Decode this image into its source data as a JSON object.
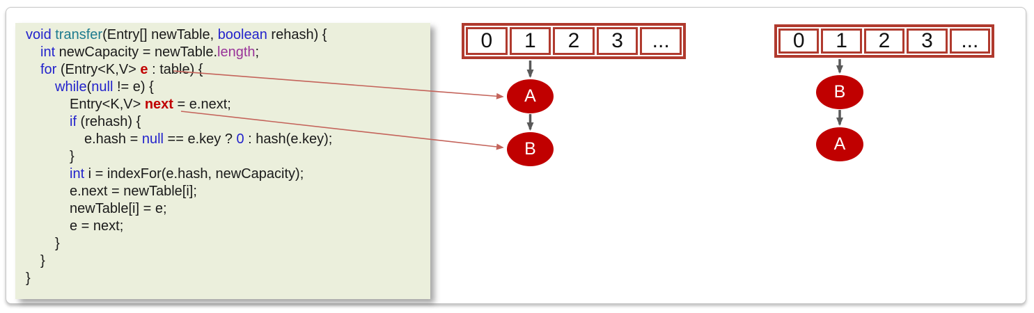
{
  "code_block": {
    "language": "java",
    "lines": [
      {
        "indent": 0,
        "segments": [
          {
            "text": "void ",
            "style": "keyword"
          },
          {
            "text": "transfer",
            "style": "method"
          },
          {
            "text": "(Entry[] newTable, ",
            "style": "plain"
          },
          {
            "text": "boolean",
            "style": "keyword"
          },
          {
            "text": " rehash) {",
            "style": "plain"
          }
        ]
      },
      {
        "indent": 1,
        "segments": [
          {
            "text": "int",
            "style": "keyword"
          },
          {
            "text": " newCapacity = newTable.",
            "style": "plain"
          },
          {
            "text": "length",
            "style": "field"
          },
          {
            "text": ";",
            "style": "plain"
          }
        ]
      },
      {
        "indent": 1,
        "segments": [
          {
            "text": "for",
            "style": "keyword"
          },
          {
            "text": " (Entry<K,V> ",
            "style": "plain"
          },
          {
            "text": "e",
            "style": "highlight"
          },
          {
            "text": " : table) {",
            "style": "plain"
          }
        ]
      },
      {
        "indent": 2,
        "segments": [
          {
            "text": "while",
            "style": "keyword"
          },
          {
            "text": "(",
            "style": "plain"
          },
          {
            "text": "null",
            "style": "keyword"
          },
          {
            "text": " != e) {",
            "style": "plain"
          }
        ]
      },
      {
        "indent": 3,
        "segments": [
          {
            "text": "Entry<K,V> ",
            "style": "plain"
          },
          {
            "text": "next",
            "style": "highlight"
          },
          {
            "text": " = e.next;",
            "style": "plain"
          }
        ]
      },
      {
        "indent": 3,
        "segments": [
          {
            "text": "if",
            "style": "keyword"
          },
          {
            "text": " (rehash) {",
            "style": "plain"
          }
        ]
      },
      {
        "indent": 4,
        "segments": [
          {
            "text": "e.hash = ",
            "style": "plain"
          },
          {
            "text": "null",
            "style": "keyword"
          },
          {
            "text": " == e.key ? ",
            "style": "plain"
          },
          {
            "text": "0",
            "style": "keyword"
          },
          {
            "text": " : hash(e.key);",
            "style": "plain"
          }
        ]
      },
      {
        "indent": 3,
        "segments": [
          {
            "text": "}",
            "style": "plain"
          }
        ]
      },
      {
        "indent": 3,
        "segments": [
          {
            "text": "int",
            "style": "keyword"
          },
          {
            "text": " i = indexFor(e.hash, newCapacity);",
            "style": "plain"
          }
        ]
      },
      {
        "indent": 3,
        "segments": [
          {
            "text": "e.next = newTable[i];",
            "style": "plain"
          }
        ]
      },
      {
        "indent": 3,
        "segments": [
          {
            "text": "newTable[i] = e;",
            "style": "plain"
          }
        ]
      },
      {
        "indent": 3,
        "segments": [
          {
            "text": "e = next;",
            "style": "plain"
          }
        ]
      },
      {
        "indent": 2,
        "segments": [
          {
            "text": "}",
            "style": "plain"
          }
        ]
      },
      {
        "indent": 1,
        "segments": [
          {
            "text": "}",
            "style": "plain"
          }
        ]
      },
      {
        "indent": 0,
        "segments": [
          {
            "text": "}",
            "style": "plain"
          }
        ]
      }
    ]
  },
  "diagrams": {
    "before": {
      "array_cells": [
        "0",
        "1",
        "2",
        "3",
        "..."
      ],
      "chain": [
        "A",
        "B"
      ]
    },
    "after": {
      "array_cells": [
        "0",
        "1",
        "2",
        "3",
        "..."
      ],
      "chain": [
        "B",
        "A"
      ]
    }
  },
  "colors": {
    "keyword": "#2323cc",
    "method": "#1e7b8e",
    "field": "#993399",
    "highlight": "#c00000",
    "code_text": "#1a1a1a",
    "code_bg": "#ebefdc",
    "array_border": "#b03a2e",
    "node_fill": "#c00000",
    "flow_arrow": "#595959",
    "pointer_arrow": "#c4635a"
  }
}
